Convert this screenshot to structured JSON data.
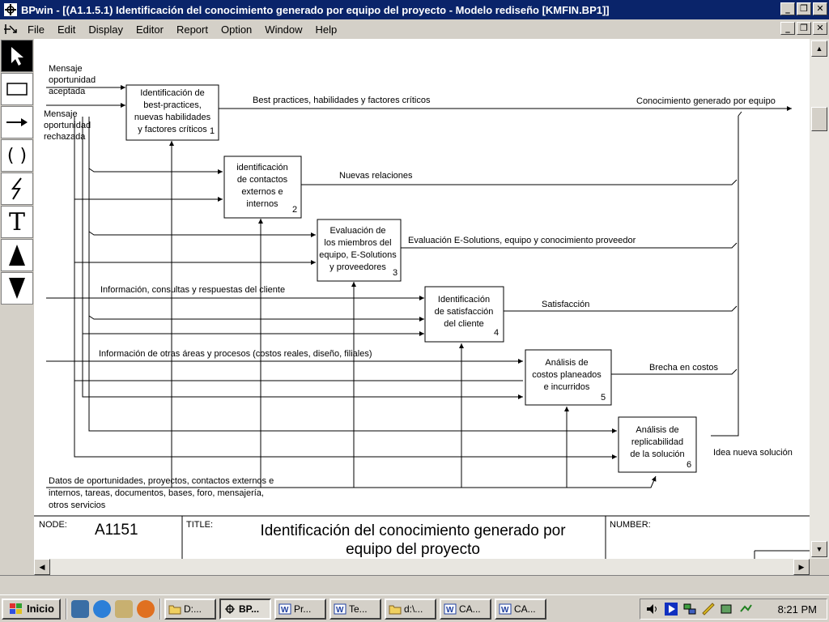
{
  "window": {
    "title": "BPwin - [(A1.1.5.1)  Identificación del conocimiento generado por equipo del proyecto - Modelo rediseño  [KMFIN.BP1]]"
  },
  "menu": [
    "File",
    "Edit",
    "Display",
    "Editor",
    "Report",
    "Option",
    "Window",
    "Help"
  ],
  "tools": [
    "pointer-tool",
    "box-tool",
    "arrow-tool",
    "squiggle-tool",
    "split-tool",
    "text-tool",
    "go-up-tool",
    "go-down-tool"
  ],
  "diagram": {
    "boxes": [
      {
        "lines": [
          "Identificación de",
          "best-practices,",
          "nuevas habilidades",
          "y factores críticos"
        ],
        "number": "1"
      },
      {
        "lines": [
          "identificación",
          "de contactos",
          "externos e",
          "internos"
        ],
        "number": "2"
      },
      {
        "lines": [
          "Evaluación de",
          "los miembros del",
          "equipo, E-Solutions",
          "y proveedores"
        ],
        "number": "3"
      },
      {
        "lines": [
          "Identificación",
          "de satisfacción",
          "del cliente"
        ],
        "number": "4"
      },
      {
        "lines": [
          "Análisis de",
          "costos planeados",
          "e incurridos"
        ],
        "number": "5"
      },
      {
        "lines": [
          "Análisis de",
          "replicabilidad",
          "de la solución"
        ],
        "number": "6"
      }
    ],
    "labels": {
      "in1": [
        "Mensaje",
        "oportunidad",
        "aceptada"
      ],
      "in2": [
        "Mensaje",
        "oportunidad",
        "rechazada"
      ],
      "best": "Best practices, habilidades y factores críticos",
      "conoc": "Conocimiento generado por equipo",
      "nuevas": "Nuevas relaciones",
      "eval": "Evaluación E-Solutions, equipo y conocimiento proveedor",
      "info": "Información, consultas y respuestas del cliente",
      "satis": "Satisfacción",
      "otras": "Información de otras áreas y procesos (costos reales, diseño, filiales)",
      "brecha": "Brecha en costos",
      "idea": "Idea nueva solución",
      "datos": [
        "Datos de oportunidades, proyectos, contactos externos e",
        "internos, tareas, documentos, bases, foro, mensajería,",
        "otros servicios"
      ]
    },
    "footer": {
      "node_label": "NODE:",
      "node_value": "A1151",
      "title_label": "TITLE:",
      "title_lines": [
        "Identificación del conocimiento generado por",
        "equipo del proyecto"
      ],
      "number_label": "NUMBER:"
    }
  },
  "taskbar": {
    "start": "Inicio",
    "tasks": [
      "D:...",
      "BP...",
      "Pr...",
      "Te...",
      "d:\\...",
      "CA...",
      "CA..."
    ],
    "clock": "8:21 PM"
  }
}
